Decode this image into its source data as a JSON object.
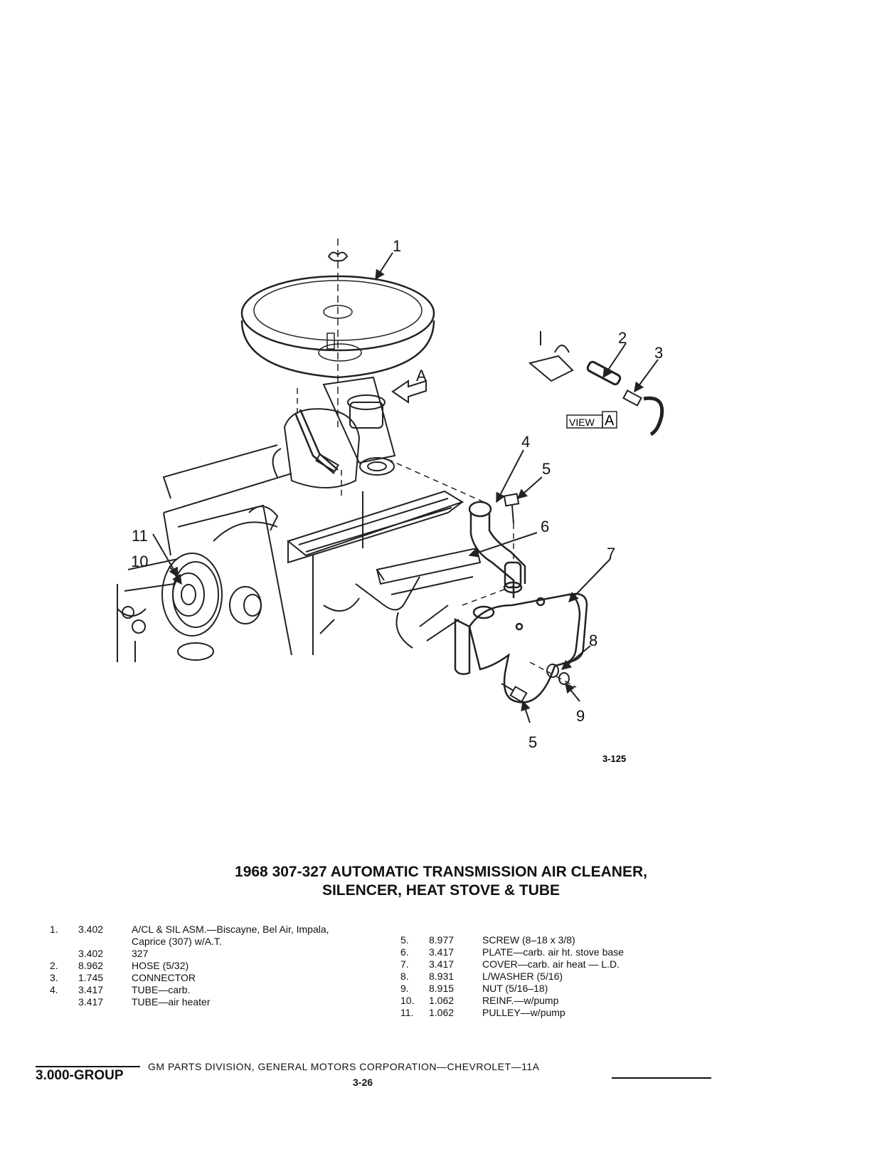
{
  "figure": {
    "callouts": [
      "1",
      "2",
      "3",
      "4",
      "5",
      "6",
      "7",
      "8",
      "9",
      "10",
      "11",
      "5"
    ],
    "view_label_prefix": "VIEW",
    "view_label_letter": "A",
    "arrow_letter": "A",
    "figure_number": "3-125"
  },
  "title_line1": "1968 307-327 AUTOMATIC TRANSMISSION AIR CLEANER,",
  "title_line2": "SILENCER, HEAT STOVE & TUBE",
  "parts_left": [
    {
      "num": "1.",
      "group": "3.402",
      "desc": "A/CL & SIL ASM.—Biscayne, Bel Air, Impala,"
    },
    {
      "num": "",
      "group": "",
      "desc": "Caprice (307) w/A.T."
    },
    {
      "num": "",
      "group": "3.402",
      "desc": "327"
    },
    {
      "num": "2.",
      "group": "8.962",
      "desc": "HOSE (5/32)"
    },
    {
      "num": "3.",
      "group": "1.745",
      "desc": "CONNECTOR"
    },
    {
      "num": "4.",
      "group": "3.417",
      "desc": "TUBE—carb."
    },
    {
      "num": "",
      "group": "3.417",
      "desc": "TUBE—air heater"
    }
  ],
  "parts_right": [
    {
      "num": "5.",
      "group": "8.977",
      "desc": "SCREW (8–18 x 3/8)"
    },
    {
      "num": "6.",
      "group": "3.417",
      "desc": "PLATE—carb. air ht. stove base"
    },
    {
      "num": "7.",
      "group": "3.417",
      "desc": "COVER—carb. air heat — L.D."
    },
    {
      "num": "8.",
      "group": "8.931",
      "desc": "L/WASHER (5/16)"
    },
    {
      "num": "9.",
      "group": "8.915",
      "desc": "NUT (5/16–18)"
    },
    {
      "num": "10.",
      "group": "1.062",
      "desc": "REINF.—w/pump"
    },
    {
      "num": "11.",
      "group": "1.062",
      "desc": "PULLEY—w/pump"
    }
  ],
  "footer": {
    "group": "3.000-GROUP",
    "text": "GM PARTS DIVISION, GENERAL MOTORS CORPORATION—CHEVROLET—11A",
    "page": "3-26"
  }
}
